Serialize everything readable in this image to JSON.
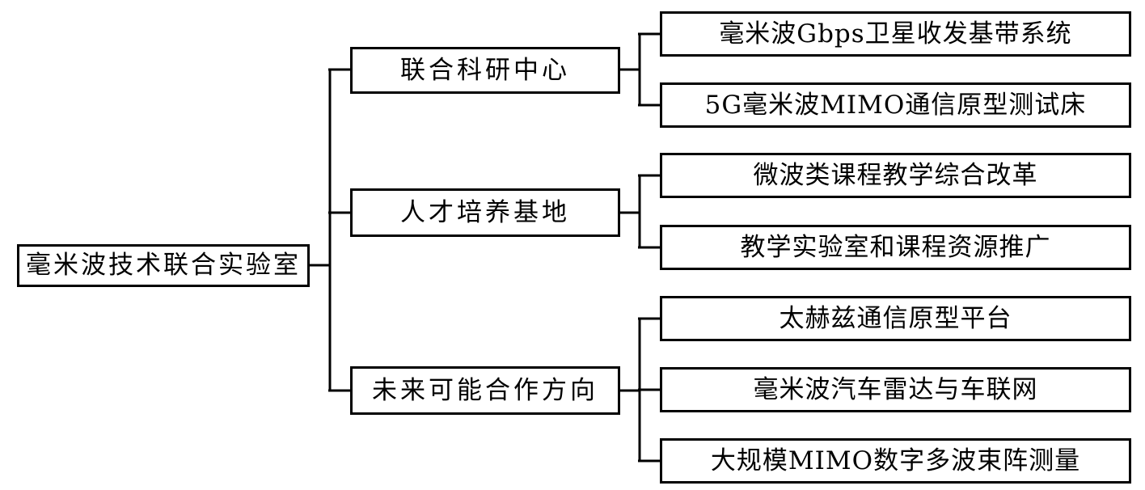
{
  "root": {
    "label": "毫米波技术联合实验室"
  },
  "branches": [
    {
      "label": "联合科研中心",
      "children": [
        {
          "label": "毫米波Gbps卫星收发基带系统"
        },
        {
          "label": "5G毫米波MIMO通信原型测试床"
        }
      ]
    },
    {
      "label": "人才培养基地",
      "children": [
        {
          "label": "微波类课程教学综合改革"
        },
        {
          "label": "教学实验室和课程资源推广"
        }
      ]
    },
    {
      "label": "未来可能合作方向",
      "children": [
        {
          "label": "太赫兹通信原型平台"
        },
        {
          "label": "毫米波汽车雷达与车联网"
        },
        {
          "label": "大规模MIMO数字多波束阵测量"
        }
      ]
    }
  ]
}
